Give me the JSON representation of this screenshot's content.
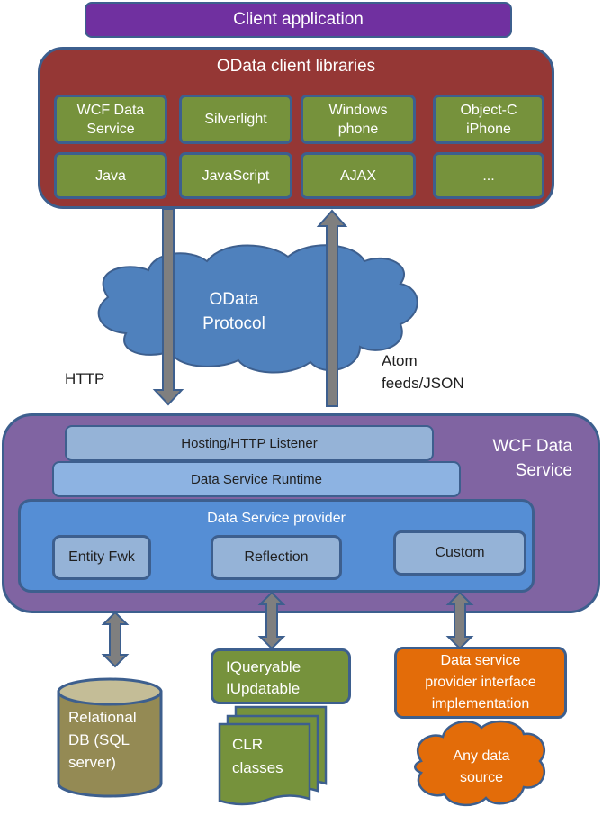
{
  "client_application": {
    "label": "Client application"
  },
  "client_libraries": {
    "title": "OData client libraries",
    "items": [
      {
        "line1": "WCF Data",
        "line2": "Service"
      },
      {
        "line1": "Silverlight",
        "line2": ""
      },
      {
        "line1": "Windows",
        "line2": "phone"
      },
      {
        "line1": "Object-C",
        "line2": "iPhone"
      },
      {
        "line1": "Java",
        "line2": ""
      },
      {
        "line1": "JavaScript",
        "line2": ""
      },
      {
        "line1": "AJAX",
        "line2": ""
      },
      {
        "line1": "...",
        "line2": ""
      }
    ]
  },
  "protocol": {
    "cloud_line1": "OData",
    "cloud_line2": "Protocol",
    "request_label": "HTTP",
    "response_line1": "Atom",
    "response_line2": "feeds/JSON"
  },
  "wcf_data_service": {
    "title_line1": "WCF Data",
    "title_line2": "Service",
    "hosting": "Hosting/HTTP Listener",
    "runtime": "Data Service Runtime",
    "provider": {
      "title": "Data Service provider",
      "items": [
        "Entity Fwk",
        "Reflection",
        "Custom"
      ]
    }
  },
  "backends": {
    "relational_db": {
      "line1": "Relational",
      "line2": "DB (SQL",
      "line3": "server)"
    },
    "interfaces": {
      "line1": "IQueryable",
      "line2": "IUpdatable"
    },
    "clr_classes": {
      "line1": "CLR",
      "line2": "classes"
    },
    "dspi": {
      "line1": "Data service",
      "line2": "provider interface",
      "line3": "implementation"
    },
    "any_source": {
      "line1": "Any data",
      "line2": "source"
    }
  },
  "colors": {
    "client_app": "#7030a0",
    "client_libs": "#953735",
    "lib_item": "#76923c",
    "cloud": "#4f81bd",
    "service": "#8064a2",
    "provider": "#558ed5",
    "layer": "#95b3d7",
    "db": "#948a54",
    "dspi": "#e36c09",
    "border": "#3d5f8e",
    "arrow_fill": "#7f7f7f"
  }
}
